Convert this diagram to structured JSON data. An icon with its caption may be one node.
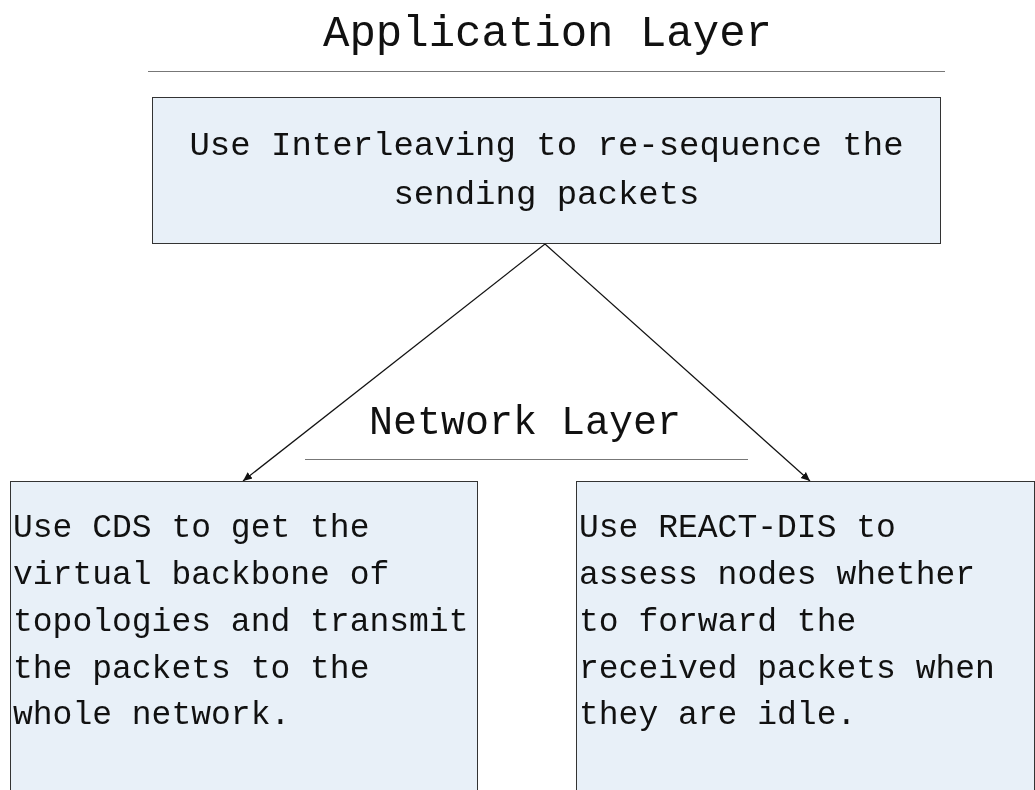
{
  "diagram": {
    "title": "Application Layer",
    "nodes": [
      {
        "text": [
          "Use Interleaving to re-sequence the sending packets"
        ]
      },
      {
        "text": [
          "Use CDS to get the virtual backbone of topologies and transmit the packets to the whole network."
        ]
      },
      {
        "text": [
          "Use REACT-DIS to assess nodes whether to forward the received packets when they are idle."
        ]
      }
    ],
    "edges": [
      {
        "from": 0,
        "to": 1,
        "arrow": "to"
      },
      {
        "from": 0,
        "to": 2,
        "arrow": "to"
      }
    ],
    "labels": [
      "Network Layer"
    ]
  }
}
